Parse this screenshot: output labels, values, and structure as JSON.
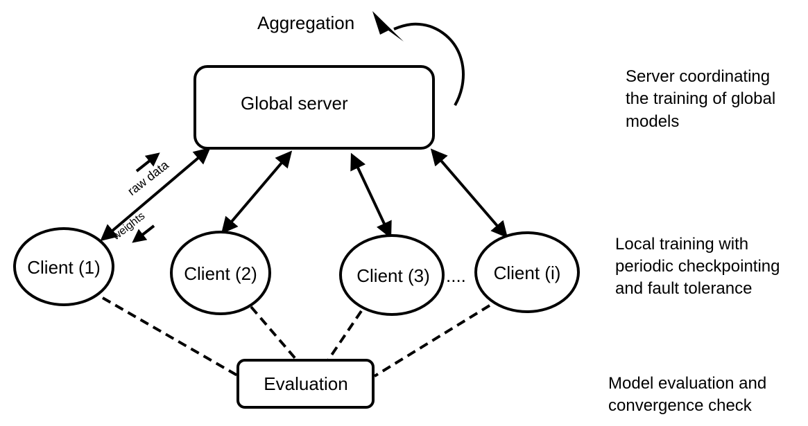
{
  "diagram": {
    "aggregation_label": "Aggregation",
    "server_label": "Global server",
    "clients": [
      {
        "label": "Client (1)"
      },
      {
        "label": "Client (2)"
      },
      {
        "label": "Client (3)"
      },
      {
        "label": "Client (i)"
      }
    ],
    "ellipsis": "....",
    "evaluation_label": "Evaluation",
    "raw_data_label": "raw data",
    "weights_label": "weights",
    "side_notes": {
      "server": [
        "Server coordinating",
        "the training of global",
        "models"
      ],
      "clients": [
        "Local training with",
        "periodic checkpointing",
        "and fault tolerance"
      ],
      "evaluation": [
        "Model evaluation and",
        "convergence check"
      ]
    },
    "colors": {
      "stroke": "#000000",
      "text": "#000000",
      "background": "#ffffff"
    }
  }
}
